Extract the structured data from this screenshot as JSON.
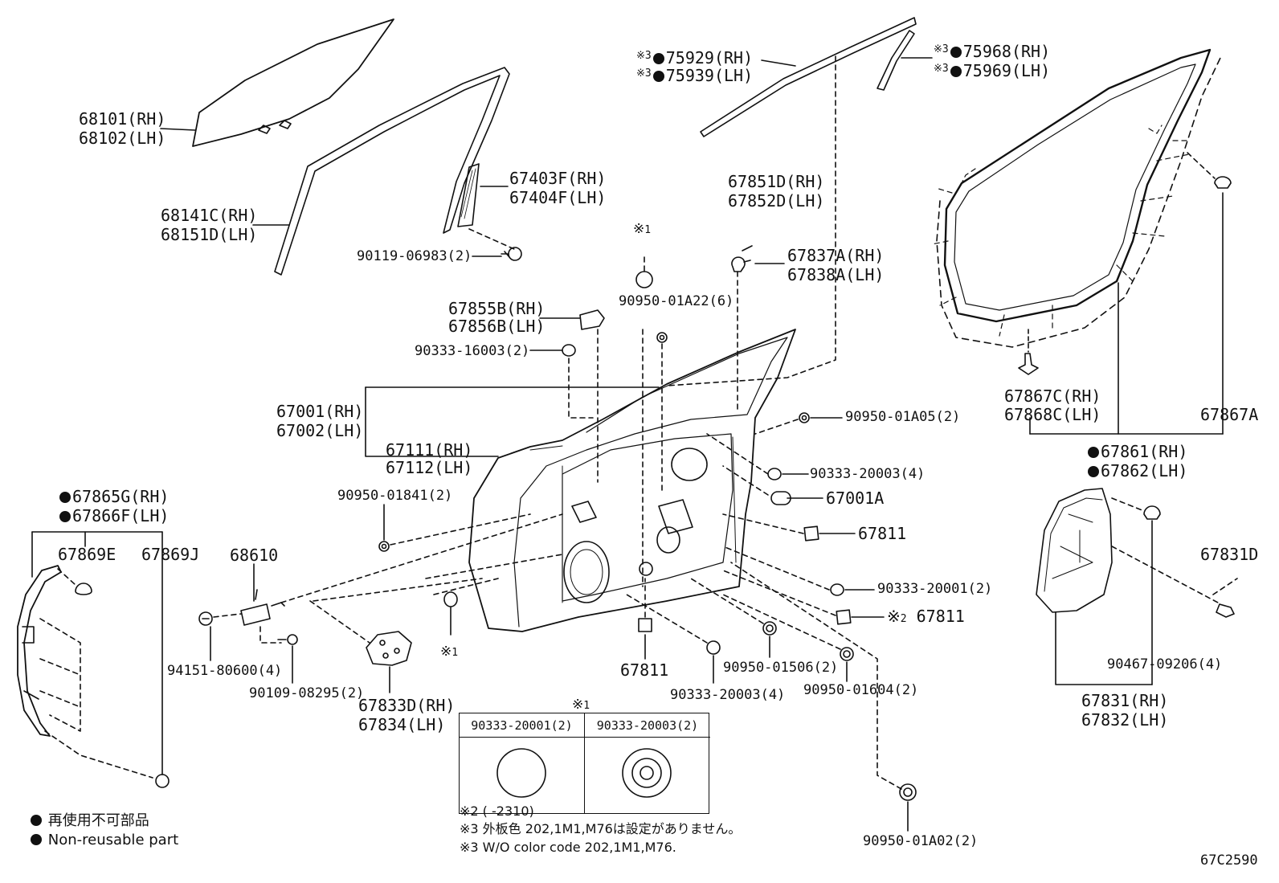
{
  "labels": {
    "p68101": "68101(RH)",
    "p68102": "68102(LH)",
    "p68141c": "68141C(RH)",
    "p68151d": "68151D(LH)",
    "p67403f": "67403F(RH)",
    "p67404f": "67404F(LH)",
    "p90119": "90119-06983(2)",
    "p75929": "75929(RH)",
    "p75939": "75939(LH)",
    "p75968": "75968(RH)",
    "p75969": "75969(LH)",
    "p67851d": "67851D(RH)",
    "p67852d": "67852D(LH)",
    "p67837a": "67837A(RH)",
    "p67838a": "67838A(LH)",
    "ref1_top": "1",
    "p90950_01a22": "90950-01A22(6)",
    "p67855b": "67855B(RH)",
    "p67856b": "67856B(LH)",
    "p90333_16003": "90333-16003(2)",
    "p67001": "67001(RH)",
    "p67002": "67002(LH)",
    "p67111": "67111(RH)",
    "p67112": "67112(LH)",
    "p90950_01a05": "90950-01A05(2)",
    "p90333_20003_a": "90333-20003(4)",
    "p67001a": "67001A",
    "p67811_a": "67811",
    "p90333_20001": "90333-20001(2)",
    "p67811_b": "67811",
    "p67811_c": "67811",
    "p90950_01841": "90950-01841(2)",
    "ref1_mid": "1",
    "p67865g": "67865G(RH)",
    "p67866f": "67866F(LH)",
    "p67869e": "67869E",
    "p67869j": "67869J",
    "p68610": "68610",
    "p94151": "94151-80600(4)",
    "p90109": "90109-08295(2)",
    "p67833d": "67833D(RH)",
    "p67834": "67834(LH)",
    "p90333_20003_b": "90333-20003(4)",
    "p90950_01506": "90950-01506(2)",
    "p90950_01604": "90950-01604(2)",
    "p90950_01a02": "90950-01A02(2)",
    "p67867c": "67867C(RH)",
    "p67868c": "67868C(LH)",
    "p67867a": "67867A",
    "p67861": "67861(RH)",
    "p67862": "67862(LH)",
    "p67831d": "67831D",
    "p90467": "90467-09206(4)",
    "p67831": "67831(RH)",
    "p67832": "67832(LH)",
    "ref2": "2",
    "ref3": "3"
  },
  "table": {
    "ref": "1",
    "col1": "90333-20001(2)",
    "col2": "90333-20003(2)"
  },
  "notes": {
    "n2": "※2 (      -2310)",
    "n3_jp": "※3 外板色  202,1M1,M76は設定がありません。",
    "n3_en": "※3 W/O color code 202,1M1,M76."
  },
  "legend": {
    "jp": "再使用不可部品",
    "en": "Non-reusable part"
  },
  "figure_code": "67C2590"
}
